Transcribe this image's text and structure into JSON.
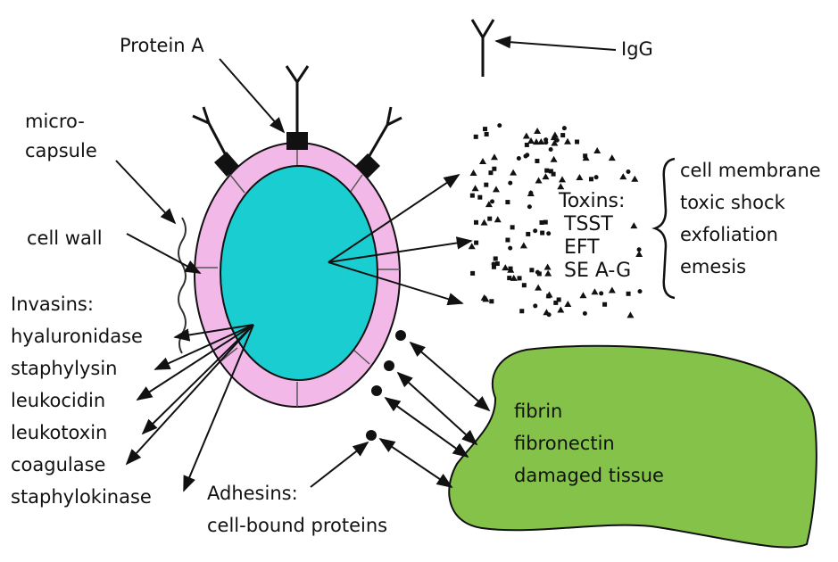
{
  "colors": {
    "cell_wall": "#f2b8e8",
    "cytoplasm": "#19cdd0",
    "tissue": "#84c24a",
    "ink": "#111111"
  },
  "labels": {
    "protein_a": "Protein A",
    "igg": "IgG",
    "microcapsule_1": "micro-",
    "microcapsule_2": "capsule",
    "cell_wall": "cell wall",
    "invasins": [
      "Invasins:",
      "hyaluronidase",
      "staphylysin",
      "leukocidin",
      "leukotoxin",
      "coagulase",
      "staphylokinase"
    ],
    "adhesins": [
      "Adhesins:",
      "cell-bound proteins"
    ]
  },
  "toxins": {
    "lines": [
      "Toxins:",
      "TSST",
      "EFT",
      "SE A-G"
    ],
    "effects": [
      "cell membrane",
      "toxic shock",
      "exfoliation",
      "emesis"
    ]
  },
  "tissue": [
    "fibrin",
    "fibronectin",
    "damaged tissue"
  ]
}
